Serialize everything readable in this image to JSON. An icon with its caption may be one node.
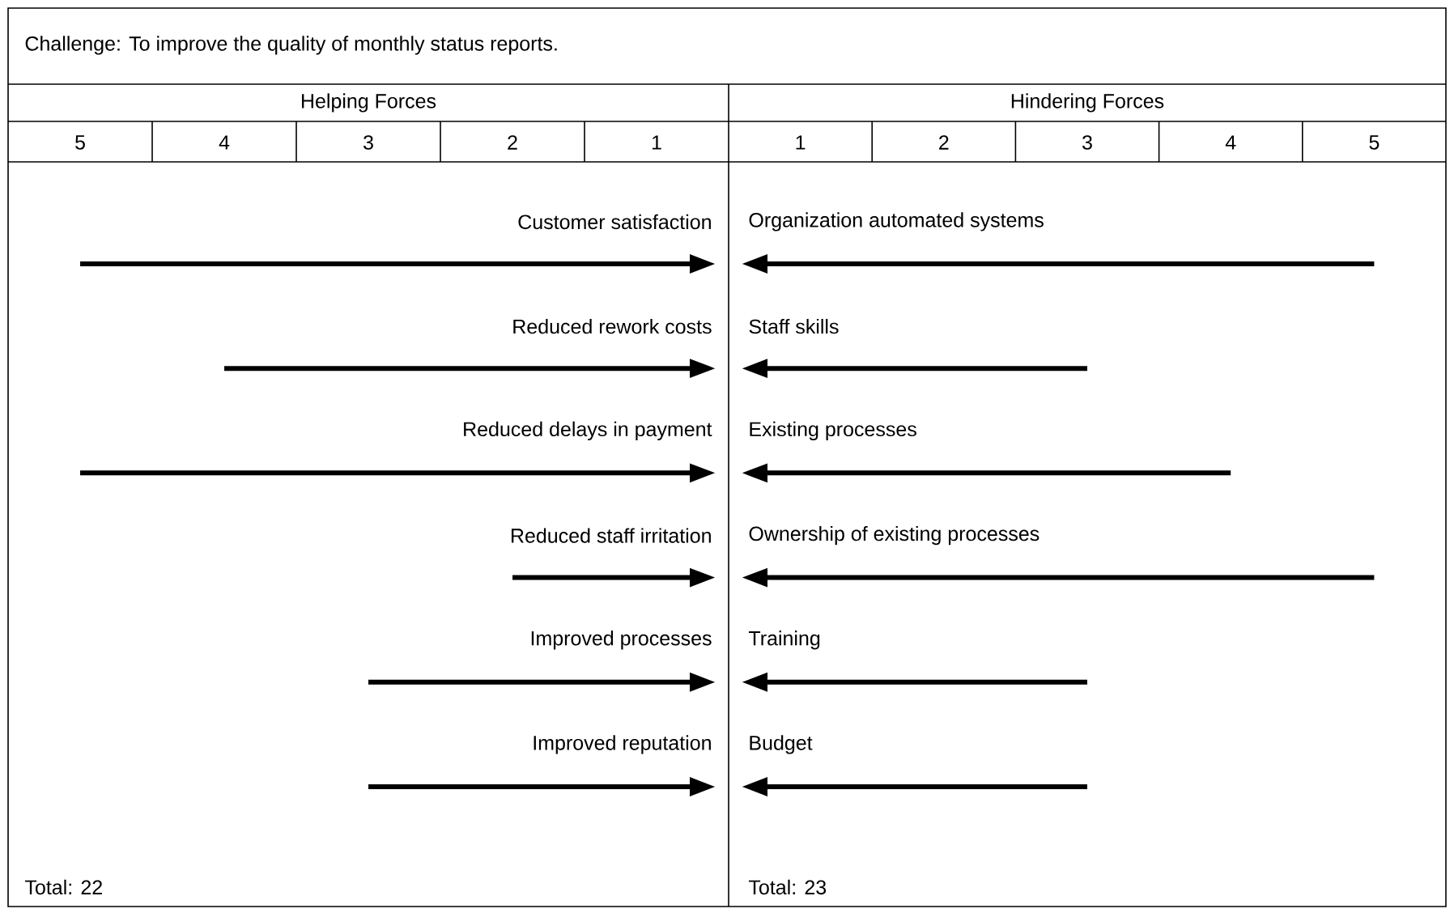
{
  "diagram": {
    "labels": [
      "Challenge: To improve the quality of monthly status reports.",
      "Helping Forces",
      "Hindering Forces",
      "5",
      "4",
      "3",
      "2",
      "1",
      "1",
      "2",
      "3",
      "4",
      "5",
      "Customer satisfaction",
      "Organization automated systems",
      "Reduced rework costs",
      "Staff skills",
      "Reduced delays in payment",
      "Existing processes",
      "Reduced staff irritation",
      "Ownership of existing processes",
      "Improved processes",
      "Training",
      "Improved reputation",
      "Budget",
      "Total: 22",
      "Total: 23"
    ]
  }
}
